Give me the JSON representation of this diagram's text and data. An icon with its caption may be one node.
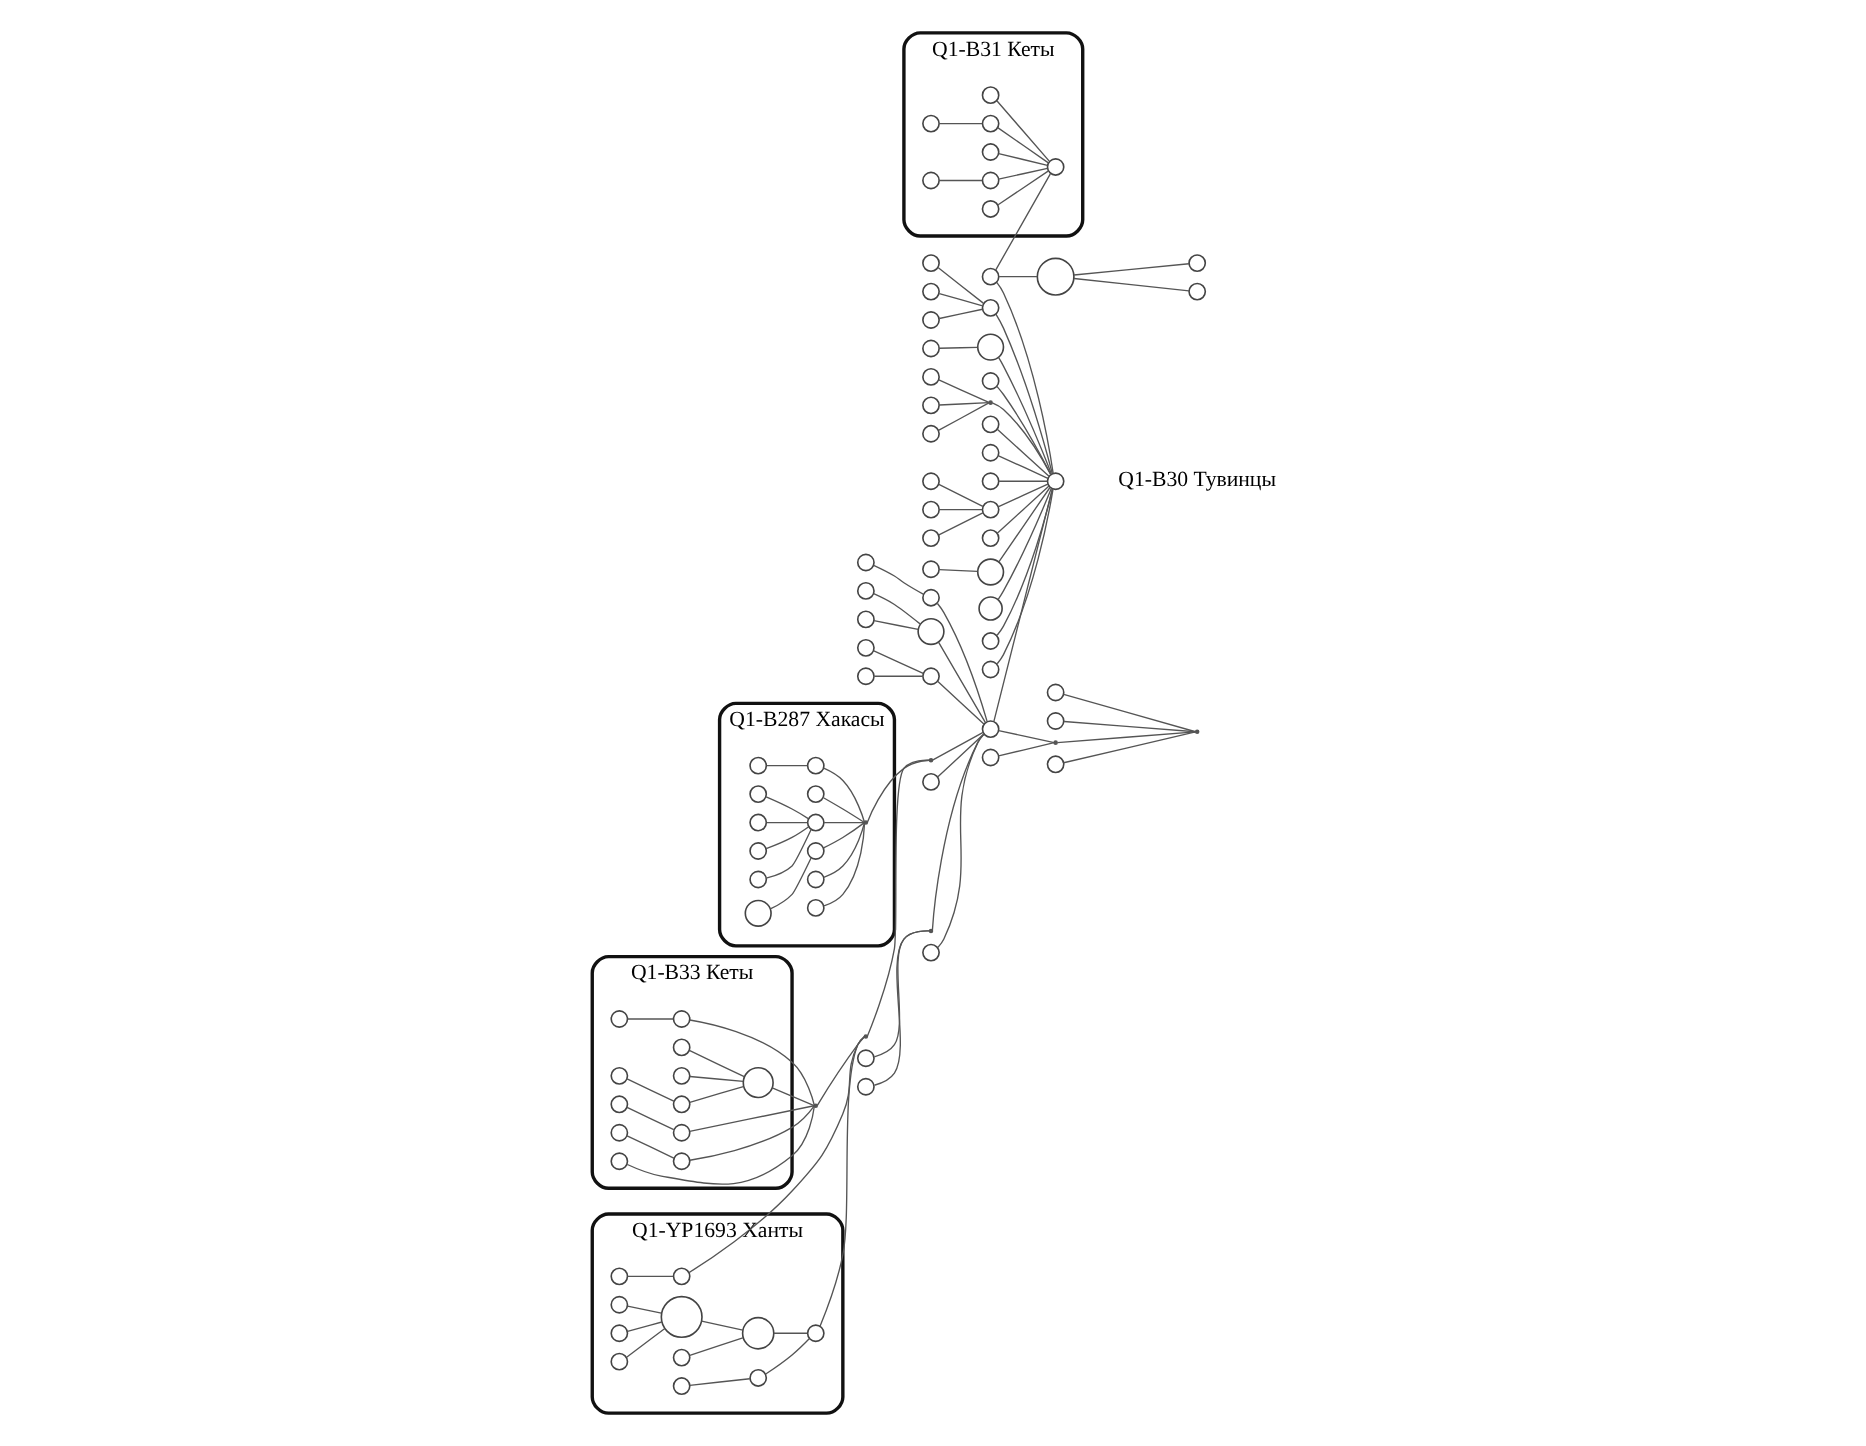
{
  "diagram": {
    "nodes": [
      {
        "text": [
          "Q1-B33 Кеты"
        ]
      },
      {
        "text": [
          "Q1-B287 Хакасы"
        ]
      },
      {
        "text": [
          "Q1-YP1693 Ханты"
        ]
      },
      {
        "text": [
          "Q1-B31 Кеты"
        ]
      },
      {
        "text": [],
        "shape": "circle",
        "in": 0
      },
      {
        "text": [],
        "shape": "circle",
        "in": 0
      },
      {
        "text": [],
        "shape": "circle",
        "in": 0
      },
      {
        "text": [],
        "shape": "circle",
        "in": 0
      },
      {
        "text": [],
        "shape": "circle",
        "in": 0
      },
      {
        "text": [],
        "shape": "circle",
        "in": 0
      },
      {
        "text": [],
        "shape": "circle",
        "in": 0
      },
      {
        "text": [],
        "shape": "circle",
        "in": 0
      },
      {
        "text": [],
        "shape": "circle",
        "in": 0
      },
      {
        "text": [],
        "shape": "circle",
        "in": 0
      },
      {
        "text": [],
        "shape": "circle",
        "in": 0
      },
      {
        "text": [],
        "shape": "circle",
        "in": 0
      },
      {
        "text": [],
        "shape": "circle",
        "in": 1
      },
      {
        "text": [],
        "shape": "circle",
        "in": 1
      },
      {
        "text": [],
        "shape": "circle",
        "in": 1
      },
      {
        "text": [],
        "shape": "circle",
        "in": 1
      },
      {
        "text": [],
        "shape": "circle",
        "in": 1
      },
      {
        "text": [],
        "shape": "circle",
        "in": 1
      },
      {
        "text": [],
        "shape": "circle",
        "in": 1
      },
      {
        "text": [],
        "shape": "circle",
        "in": 1
      },
      {
        "text": [],
        "shape": "circle",
        "in": 1
      },
      {
        "text": [],
        "shape": "circle",
        "in": 1
      },
      {
        "text": [],
        "shape": "circle",
        "in": 1
      },
      {
        "text": [],
        "shape": "circle",
        "in": 1
      },
      {
        "text": [],
        "shape": "point",
        "in": 1
      },
      {
        "text": [],
        "shape": "point"
      },
      {
        "text": [],
        "shape": "circle",
        "in": 2
      },
      {
        "text": [],
        "shape": "circle",
        "in": 2
      },
      {
        "text": [],
        "shape": "circle",
        "in": 2
      },
      {
        "text": [],
        "shape": "circle",
        "in": 2
      },
      {
        "text": [],
        "shape": "circle",
        "in": 2
      },
      {
        "text": [],
        "shape": "circle",
        "in": 2
      },
      {
        "text": [],
        "shape": "circle",
        "in": 2
      },
      {
        "text": [],
        "shape": "circle",
        "in": 2
      },
      {
        "text": [],
        "shape": "circle",
        "in": 2
      },
      {
        "text": [],
        "shape": "circle",
        "in": 2
      },
      {
        "text": [],
        "shape": "circle",
        "in": 2
      },
      {
        "text": [],
        "shape": "point"
      },
      {
        "text": [],
        "shape": "point"
      },
      {
        "text": [],
        "shape": "circle"
      },
      {
        "text": [],
        "shape": "circle"
      },
      {
        "text": [],
        "shape": "point"
      },
      {
        "text": [],
        "shape": "circle"
      },
      {
        "text": [],
        "shape": "circle"
      },
      {
        "text": [],
        "shape": "circle"
      },
      {
        "text": [],
        "shape": "circle"
      },
      {
        "text": [],
        "shape": "circle"
      },
      {
        "text": [],
        "shape": "circle"
      },
      {
        "text": [],
        "shape": "circle"
      },
      {
        "text": [],
        "shape": "circle"
      },
      {
        "text": [],
        "shape": "point"
      },
      {
        "text": [],
        "shape": "circle"
      },
      {
        "text": [],
        "shape": "circle"
      },
      {
        "text": [],
        "shape": "circle"
      },
      {
        "text": [],
        "shape": "circle"
      },
      {
        "text": [],
        "shape": "circle"
      },
      {
        "text": [],
        "shape": "circle"
      },
      {
        "text": [],
        "shape": "circle"
      },
      {
        "text": [],
        "shape": "circle"
      },
      {
        "text": [],
        "shape": "circle",
        "in": 3
      },
      {
        "text": [],
        "shape": "circle",
        "in": 3
      },
      {
        "text": [],
        "shape": "circle",
        "in": 3
      },
      {
        "text": [],
        "shape": "circle",
        "in": 3
      },
      {
        "text": [],
        "shape": "circle",
        "in": 3
      },
      {
        "text": [],
        "shape": "circle",
        "in": 3
      },
      {
        "text": [],
        "shape": "circle",
        "in": 3
      },
      {
        "text": [],
        "shape": "circle",
        "in": 3
      },
      {
        "text": [],
        "shape": "circle"
      },
      {
        "text": [],
        "shape": "circle"
      },
      {
        "text": [],
        "shape": "circle"
      },
      {
        "text": [],
        "shape": "circle"
      },
      {
        "text": [],
        "shape": "circle"
      },
      {
        "text": [],
        "shape": "circle"
      },
      {
        "text": [],
        "shape": "circle"
      },
      {
        "text": [],
        "shape": "circle"
      },
      {
        "text": [],
        "shape": "circle"
      },
      {
        "text": [],
        "shape": "circle"
      },
      {
        "text": [],
        "shape": "circle"
      },
      {
        "text": [],
        "shape": "circle"
      },
      {
        "text": [],
        "shape": "circle"
      },
      {
        "text": [],
        "shape": "circle"
      },
      {
        "text": [],
        "shape": "circle"
      },
      {
        "text": [],
        "shape": "circle"
      },
      {
        "text": [],
        "shape": "circle"
      },
      {
        "text": [],
        "shape": "circle"
      },
      {
        "text": [],
        "shape": "circle"
      },
      {
        "text": [],
        "shape": "circle"
      },
      {
        "text": [],
        "shape": "point"
      },
      {
        "text": [],
        "shape": "circle"
      },
      {
        "text": [],
        "shape": "circle"
      },
      {
        "text": [],
        "shape": "circle"
      },
      {
        "text": [],
        "shape": "point"
      },
      {
        "text": [],
        "shape": "circle"
      },
      {
        "text": [],
        "shape": "circle"
      },
      {
        "text": [],
        "shape": "circle"
      },
      {
        "text": [],
        "shape": "circle"
      }
    ],
    "edges": [
      {
        "from": 4,
        "to": 5,
        "arrow": "none"
      },
      {
        "from": 5,
        "to": 6,
        "arrow": "none"
      },
      {
        "from": 7,
        "to": 6,
        "arrow": "none"
      },
      {
        "from": 8,
        "to": 6,
        "arrow": "none"
      },
      {
        "from": 6,
        "to": 29,
        "arrow": "none"
      },
      {
        "from": 9,
        "to": 13,
        "arrow": "none"
      },
      {
        "from": 13,
        "to": 29,
        "arrow": "none"
      },
      {
        "from": 10,
        "to": 11,
        "arrow": "none"
      },
      {
        "from": 11,
        "to": 29,
        "arrow": "none"
      },
      {
        "from": 12,
        "to": 29,
        "arrow": "none"
      },
      {
        "from": 14,
        "to": 15,
        "arrow": "none"
      },
      {
        "from": 15,
        "to": 29,
        "arrow": "none"
      },
      {
        "from": 16,
        "to": 17,
        "arrow": "none"
      },
      {
        "from": 17,
        "to": 28,
        "arrow": "none"
      },
      {
        "from": 18,
        "to": 28,
        "arrow": "none"
      },
      {
        "from": 19,
        "to": 20,
        "arrow": "none"
      },
      {
        "from": 21,
        "to": 20,
        "arrow": "none"
      },
      {
        "from": 22,
        "to": 20,
        "arrow": "none"
      },
      {
        "from": 23,
        "to": 20,
        "arrow": "none"
      },
      {
        "from": 20,
        "to": 28,
        "arrow": "none"
      },
      {
        "from": 24,
        "to": 25,
        "arrow": "none"
      },
      {
        "from": 25,
        "to": 28,
        "arrow": "none"
      },
      {
        "from": 26,
        "to": 28,
        "arrow": "none"
      },
      {
        "from": 27,
        "to": 28,
        "arrow": "none"
      },
      {
        "from": 28,
        "to": 42,
        "arrow": "none"
      },
      {
        "from": 30,
        "to": 31,
        "arrow": "none"
      },
      {
        "from": 32,
        "to": 33,
        "arrow": "none"
      },
      {
        "from": 34,
        "to": 33,
        "arrow": "none"
      },
      {
        "from": 35,
        "to": 33,
        "arrow": "none"
      },
      {
        "from": 33,
        "to": 31,
        "arrow": "none"
      },
      {
        "from": 31,
        "to": 36,
        "arrow": "none"
      },
      {
        "from": 37,
        "to": 38,
        "arrow": "none"
      },
      {
        "from": 38,
        "to": 36,
        "arrow": "none"
      },
      {
        "from": 36,
        "to": 41,
        "arrow": "none"
      },
      {
        "from": 39,
        "to": 40,
        "arrow": "none"
      },
      {
        "from": 40,
        "to": 41,
        "arrow": "none"
      },
      {
        "from": 29,
        "to": 41,
        "arrow": "none"
      },
      {
        "from": 41,
        "to": 42,
        "arrow": "none"
      },
      {
        "from": 42,
        "to": 43,
        "arrow": "none"
      },
      {
        "from": 44,
        "to": 43,
        "arrow": "none"
      },
      {
        "from": 46,
        "to": 45,
        "arrow": "none"
      },
      {
        "from": 47,
        "to": 45,
        "arrow": "none"
      },
      {
        "from": 45,
        "to": 43,
        "arrow": "none"
      },
      {
        "from": 48,
        "to": 43,
        "arrow": "none"
      },
      {
        "from": 49,
        "to": 50,
        "arrow": "none"
      },
      {
        "from": 50,
        "to": 43,
        "arrow": "none"
      },
      {
        "from": 52,
        "to": 51,
        "arrow": "none"
      },
      {
        "from": 53,
        "to": 51,
        "arrow": "none"
      },
      {
        "from": 51,
        "to": 43,
        "arrow": "none"
      },
      {
        "from": 55,
        "to": 54,
        "arrow": "none"
      },
      {
        "from": 56,
        "to": 54,
        "arrow": "none"
      },
      {
        "from": 57,
        "to": 54,
        "arrow": "none"
      },
      {
        "from": 54,
        "to": 58,
        "arrow": "none"
      },
      {
        "from": 43,
        "to": 58,
        "arrow": "none"
      },
      {
        "from": 59,
        "to": 58,
        "arrow": "none"
      },
      {
        "from": 59,
        "to": 60,
        "arrow": "none"
      },
      {
        "from": 60,
        "to": 61,
        "arrow": "none"
      },
      {
        "from": 60,
        "to": 62,
        "arrow": "none"
      },
      {
        "from": 59,
        "to": 63,
        "arrow": "none"
      },
      {
        "from": 64,
        "to": 63,
        "arrow": "none"
      },
      {
        "from": 65,
        "to": 63,
        "arrow": "none"
      },
      {
        "from": 66,
        "to": 65,
        "arrow": "none"
      },
      {
        "from": 67,
        "to": 63,
        "arrow": "none"
      },
      {
        "from": 68,
        "to": 63,
        "arrow": "none"
      },
      {
        "from": 69,
        "to": 68,
        "arrow": "none"
      },
      {
        "from": 70,
        "to": 63,
        "arrow": "none"
      },
      {
        "from": 71,
        "to": 58,
        "arrow": "none"
      },
      {
        "from": 72,
        "to": 58,
        "arrow": "none"
      },
      {
        "from": 73,
        "to": 58,
        "arrow": "none"
      },
      {
        "from": 74,
        "to": 73,
        "arrow": "none"
      },
      {
        "from": 75,
        "to": 73,
        "arrow": "none"
      },
      {
        "from": 76,
        "to": 58,
        "arrow": "none"
      },
      {
        "from": 77,
        "to": 73,
        "arrow": "none"
      },
      {
        "from": 78,
        "to": 79,
        "arrow": "none"
      },
      {
        "from": 79,
        "to": 58,
        "arrow": "none"
      },
      {
        "from": 80,
        "to": 58,
        "arrow": "none"
      },
      {
        "from": 81,
        "to": 58,
        "arrow": "none"
      },
      {
        "from": 82,
        "to": 58,
        "arrow": "none"
      },
      {
        "from": 83,
        "to": 58,
        "arrow": "none"
      },
      {
        "from": 84,
        "to": 83,
        "arrow": "none"
      },
      {
        "from": 85,
        "to": 83,
        "arrow": "none"
      },
      {
        "from": 86,
        "to": 83,
        "arrow": "none"
      },
      {
        "from": 87,
        "to": 58,
        "arrow": "none"
      },
      {
        "from": 88,
        "to": 87,
        "arrow": "none"
      },
      {
        "from": 89,
        "to": 58,
        "arrow": "none"
      },
      {
        "from": 90,
        "to": 58,
        "arrow": "none"
      },
      {
        "from": 43,
        "to": 95,
        "arrow": "none"
      },
      {
        "from": 95,
        "to": 91,
        "arrow": "none"
      },
      {
        "from": 92,
        "to": 91,
        "arrow": "none"
      },
      {
        "from": 93,
        "to": 91,
        "arrow": "none"
      },
      {
        "from": 94,
        "to": 91,
        "arrow": "none"
      },
      {
        "from": 96,
        "to": 95,
        "arrow": "none"
      },
      {
        "from": 97,
        "to": 43,
        "arrow": "none"
      },
      {
        "from": 98,
        "to": 97,
        "arrow": "none"
      },
      {
        "from": 99,
        "to": 97,
        "arrow": "none"
      }
    ],
    "labels": [
      "Q1-B30 Тувинцы"
    ]
  }
}
